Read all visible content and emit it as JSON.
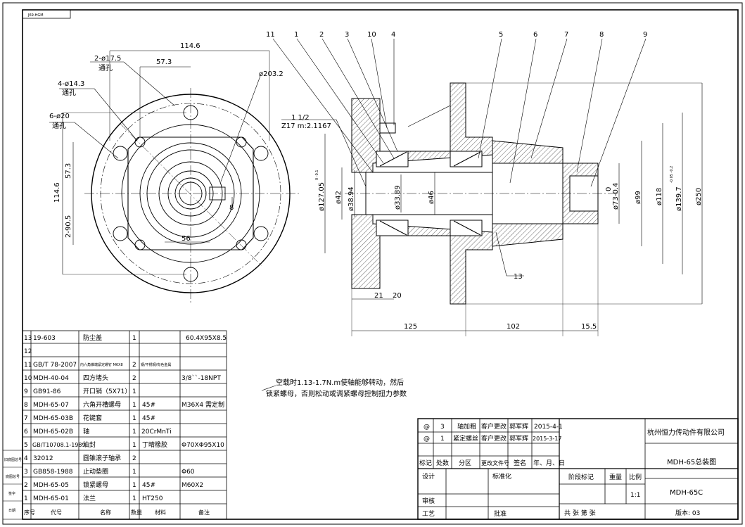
{
  "drawing_code": "J69-HGM",
  "front_view": {
    "hole_a": "2-ø17.5",
    "hole_a_note": "通孔",
    "hole_b": "4-ø14.3",
    "hole_b_note": "通孔",
    "hole_c": "6-ø20",
    "hole_c_note": "通孔",
    "dim_width": "114.6",
    "dim_half": "57.3",
    "dim_circle": "ø203.2",
    "dim_height": "114.6",
    "dim_half_v": "57.3",
    "dim_bottom": "2-90.5",
    "dim_key": "8",
    "dim_bore": "56"
  },
  "section_view": {
    "callouts": [
      "11",
      "1",
      "2",
      "3",
      "10",
      "4",
      "5",
      "6",
      "7",
      "8",
      "9",
      "13"
    ],
    "thread": "1  1/2",
    "spline": "Z17 m:2.1167",
    "dims_v_left": [
      "ø127.05",
      "ø42",
      "ø38.94",
      "ø33.89",
      "ø46"
    ],
    "tol_127": "0\n-0.1",
    "dims_v_right": [
      "ø73-0.4",
      "ø99",
      "ø118",
      "ø139.7",
      "ø250"
    ],
    "tol_73": "0",
    "tol_139": "-0.05\n-0.2",
    "dims_h": [
      "21",
      "20",
      "125",
      "102",
      "15.5"
    ]
  },
  "note": {
    "line1": "空载时1.13-1.7N.m使轴能够转动，然后",
    "line2": "锁紧螺母，否则松动或调紧螺母控制扭力参数"
  },
  "parts_list": {
    "header": {
      "seq": "序号",
      "code": "代号",
      "name": "名称",
      "qty": "数量",
      "mat": "材料",
      "remark": "备注"
    },
    "rows": [
      {
        "seq": "13",
        "code": "19-603",
        "name": "防尘盖",
        "qty": "1",
        "mat": "",
        "remark": "60.4X95X8.5"
      },
      {
        "seq": "12",
        "code": "",
        "name": "",
        "qty": "",
        "mat": "",
        "remark": ""
      },
      {
        "seq": "11",
        "code": "GB/T 78-2007",
        "name": "内六角锥端紧定螺钉 M6X8",
        "qty": "2",
        "mat": "钢/不锈钢/有色金属",
        "remark": ""
      },
      {
        "seq": "10",
        "code": "MDH-40-04",
        "name": "四方堵头",
        "qty": "2",
        "mat": "",
        "remark": "3/8``-18NPT"
      },
      {
        "seq": "9",
        "code": "GB91-86",
        "name": "开口销（5X71）",
        "qty": "1",
        "mat": "",
        "remark": ""
      },
      {
        "seq": "8",
        "code": "MDH-65-07",
        "name": "六角开槽螺母",
        "qty": "1",
        "mat": "45#",
        "remark": "M36X4  需定制"
      },
      {
        "seq": "7",
        "code": "MDH-65-03B",
        "name": "花键套",
        "qty": "1",
        "mat": "45#",
        "remark": ""
      },
      {
        "seq": "6",
        "code": "MDH-65-02B",
        "name": "轴",
        "qty": "1",
        "mat": "20CrMnTi",
        "remark": ""
      },
      {
        "seq": "5",
        "code": "GB/T10708.1-1989",
        "name": "油封",
        "qty": "1",
        "mat": "丁晴橡胶",
        "remark": "Φ70XΦ95X10"
      },
      {
        "seq": "4",
        "code": "32012",
        "name": "圆锥滚子轴承",
        "qty": "2",
        "mat": "",
        "remark": ""
      },
      {
        "seq": "3",
        "code": "GB858-1988",
        "name": "止动垫圈",
        "qty": "1",
        "mat": "",
        "remark": "Φ60"
      },
      {
        "seq": "2",
        "code": "MDH-65-05",
        "name": "锁紧螺母",
        "qty": "1",
        "mat": "45#",
        "remark": "M60X2"
      },
      {
        "seq": "1",
        "code": "MDH-65-01",
        "name": "法兰",
        "qty": "1",
        "mat": "HT250",
        "remark": ""
      }
    ]
  },
  "side_stamps": [
    "旧底图总号",
    "底图总号",
    "签字",
    "日期"
  ],
  "title_block": {
    "company": "杭州恒力传动件有限公司",
    "title": "MDH-65总装图",
    "drawing_no": "MDH-65C",
    "version": "版本: 03",
    "revisions": [
      {
        "mark": "@",
        "count": "3",
        "zone": "轴加粗",
        "doc": "客户更改",
        "sign": "郭军辉",
        "date": "2015-4-1"
      },
      {
        "mark": "@",
        "count": "1",
        "zone": "紧定螺丝",
        "doc": "客户更改",
        "sign": "郭军辉",
        "date": "2015-3-17"
      }
    ],
    "rev_header": {
      "mark": "标记",
      "count": "处数",
      "zone": "分区",
      "doc": "更改文件号",
      "sign": "签名",
      "date": "年、月、日"
    },
    "design": "设计",
    "standard": "标准化",
    "review": "审核",
    "process": "工艺",
    "approve": "批准",
    "stage": "阶段标记",
    "weight": "重量",
    "scale_label": "比例",
    "scale": "1:1",
    "sheets": "共        张        第        张"
  }
}
